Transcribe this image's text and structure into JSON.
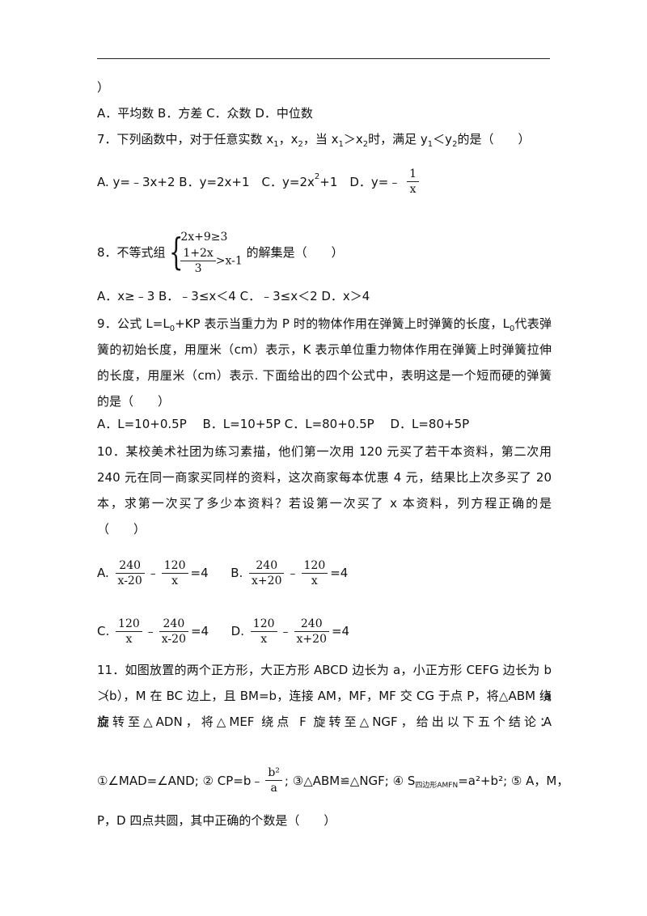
{
  "top_fragment": "）",
  "q6_options": "A．平均数 B．方差 C．众数 D．中位数",
  "q7": {
    "stem_a": "7．下列函数中，对于任意实数 x",
    "s1": "1",
    "stem_b": "，x",
    "s2": "2",
    "stem_c": "，当 x",
    "s3": "1",
    "stem_d": "＞x",
    "s4": "2",
    "stem_e": "时，满足 y",
    "s5": "1",
    "stem_f": "＜y",
    "s6": "2",
    "stem_g": "的是（　　）",
    "opt_a": "A. y=﹣3x+2 B．y=2x+1　C．y=2x",
    "opt_sup": "2",
    "opt_b": "+1　D．y=﹣",
    "frac_num": "1",
    "frac_den": "x"
  },
  "q8": {
    "stem_a": "8．不等式组",
    "row1": "2x+9≥3",
    "frac_num": "1+2x",
    "frac_den": "3",
    "row2_rest": ">x-1",
    "stem_b": "的解集是（　　）",
    "options": "A．x≥﹣3 B．﹣3≤x＜4 C．﹣3≤x＜2 D．x＞4"
  },
  "q9": {
    "l1_a": "9．公式 L=L",
    "l1_s": "0",
    "l1_b": "+KP 表示当重力为 P 时的物体作用在弹簧上时弹簧的长度，L",
    "l1_s2": "0",
    "l1_c": "代表弹",
    "l2": "簧的初始长度，用厘米（cm）表示，K 表示单位重力物体作用在弹簧上时弹簧拉伸",
    "l3": "的长度，用厘米（cm）表示. 下面给出的四个公式中，表明这是一个短而硬的弹簧",
    "l4": "的是（　　）",
    "options": "A．L=10+0.5P　 B．L=10+5P C．L=80+0.5P　 D．L=80+5P"
  },
  "q10": {
    "l1": "10．某校美术社团为练习素描，他们第一次用 120 元买了若干本资料，第二次用",
    "l2": "240 元在同一商家买同样的资料，这次商家每本优惠 4 元，结果比上次多买了 20",
    "l3": "本，求第一次买了多少本资料？若设第一次买了 x 本资料，列方程正确的是",
    "l4": "（　　）",
    "A": {
      "label": "A.",
      "n1": "240",
      "d1": "x-20",
      "n2": "120",
      "d2": "x",
      "eq": "=4"
    },
    "B": {
      "label": "B.",
      "n1": "240",
      "d1": "x+20",
      "n2": "120",
      "d2": "x",
      "eq": "=4"
    },
    "C": {
      "label": "C.",
      "n1": "120",
      "d1": "x",
      "n2": "240",
      "d2": "x-20",
      "eq": "=4"
    },
    "D": {
      "label": "D.",
      "n1": "120",
      "d1": "x",
      "n2": "240",
      "d2": "x+20",
      "eq": "=4"
    },
    "minus": "﹣"
  },
  "q11": {
    "l1": "11．如图放置的两个正方形，大正方形 ABCD 边长为 a，小正方形 CEFG 边长为 b（a",
    "l2": "＞b），M 在 BC 边上，且 BM=b，连接 AM，MF，MF 交 CG 于点 P，将△ABM 绕点 A",
    "l3": "旋转至△ADN，将△MEF 绕点 F 旋转至△NGF，给出以下五个结论：",
    "c1": "①∠MAD=∠AND; ② CP=b﹣",
    "c_num": "b²",
    "c_den": "a",
    "c2": "; ③△ABM≌△NGF; ④ S",
    "c_sub": "四边形AMFN",
    "c3": "=a²+b²; ⑤ A，M，",
    "l5": "P，D 四点共圆，其中正确的个数是（　　）"
  }
}
